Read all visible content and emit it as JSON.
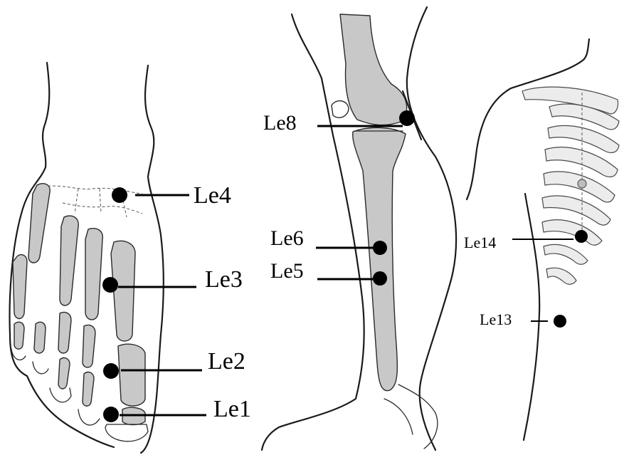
{
  "points": {
    "le4": {
      "label": "Le4"
    },
    "le3": {
      "label": "Le3"
    },
    "le2": {
      "label": "Le2"
    },
    "le1": {
      "label": "Le1"
    },
    "le8": {
      "label": "Le8"
    },
    "le6": {
      "label": "Le6"
    },
    "le5": {
      "label": "Le5"
    },
    "le14": {
      "label": "Le14"
    },
    "le13": {
      "label": "Le13"
    }
  },
  "colors": {
    "bone": "#c8c8c8",
    "outline": "#1a1a1a",
    "marker": "#000000",
    "background": "#ffffff"
  }
}
